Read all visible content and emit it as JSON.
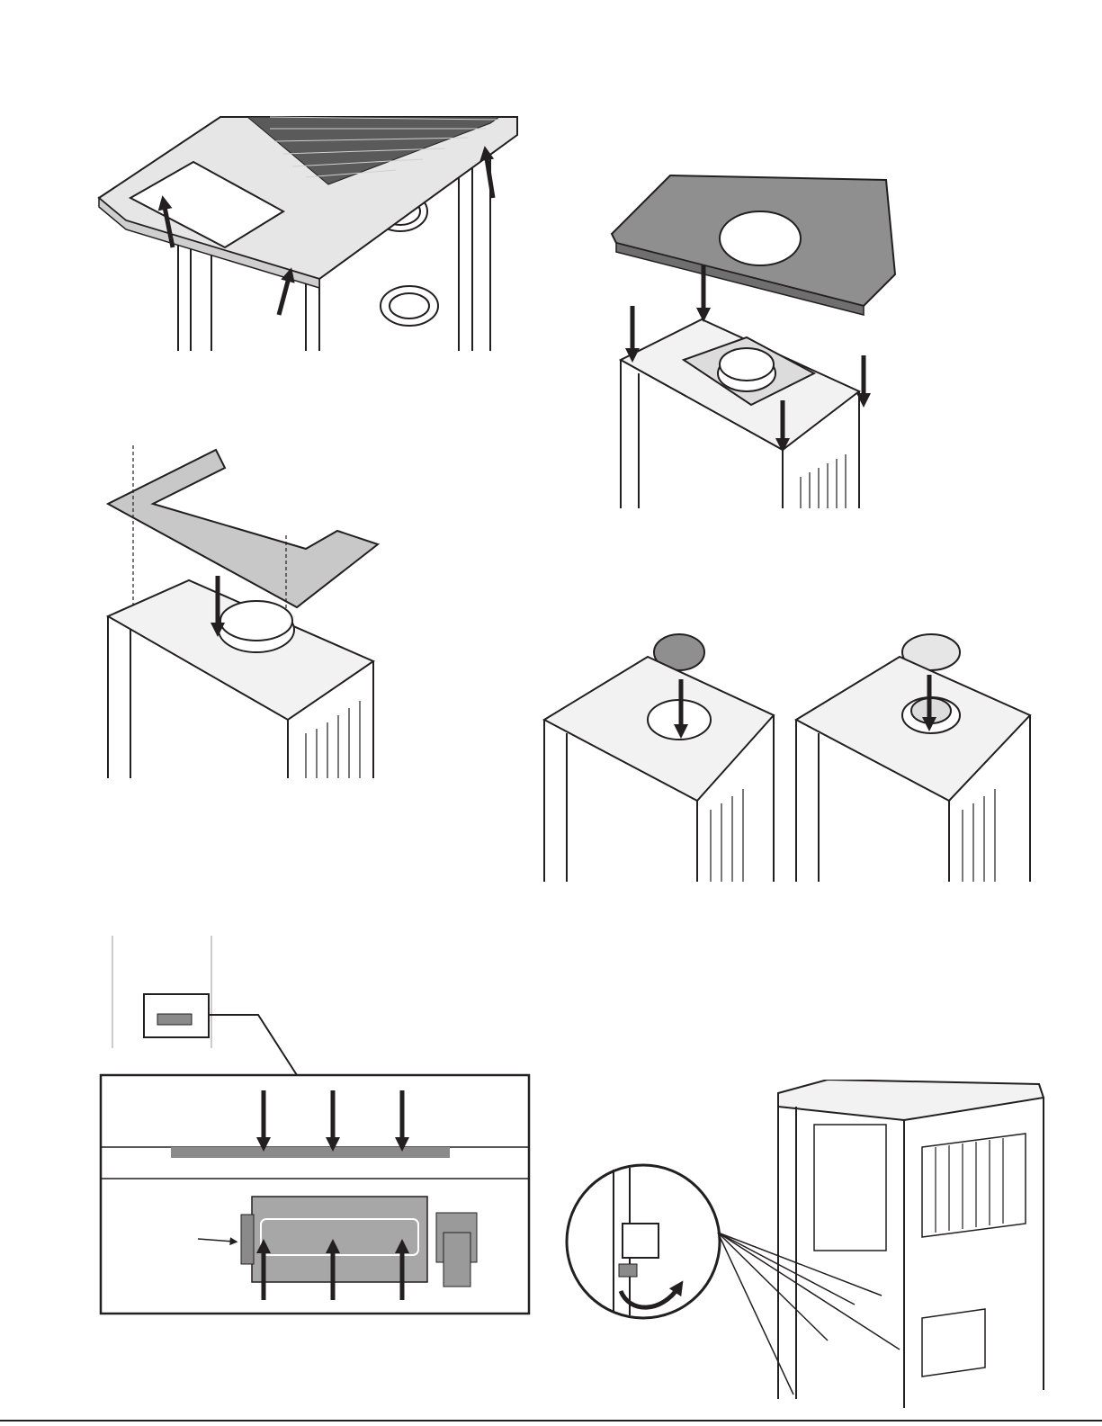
{
  "page": {
    "figures": [
      {
        "id": "remove-top-plate",
        "icons": [
          "up-arrow-icon"
        ]
      },
      {
        "id": "place-stone-top",
        "icons": [
          "down-arrow-icon"
        ]
      },
      {
        "id": "fit-u-shaped-plate",
        "icons": [
          "down-arrow-icon"
        ]
      },
      {
        "id": "fit-cover-or-collar",
        "icons": [
          "down-arrow-icon"
        ]
      },
      {
        "id": "fan-mounting-detail",
        "icons": [
          "up-arrow-icon",
          "down-arrow-icon",
          "pointer-arrow-icon"
        ]
      },
      {
        "id": "leveling-feet",
        "icons": [
          "curved-arrow-icon",
          "leader-line"
        ]
      }
    ],
    "colors": {
      "line": "#231f20",
      "panel_gray": "#bdbdbd",
      "panel_light": "#e6e6e6",
      "stone_gray": "#8f8f8f",
      "background": "#ffffff"
    }
  }
}
